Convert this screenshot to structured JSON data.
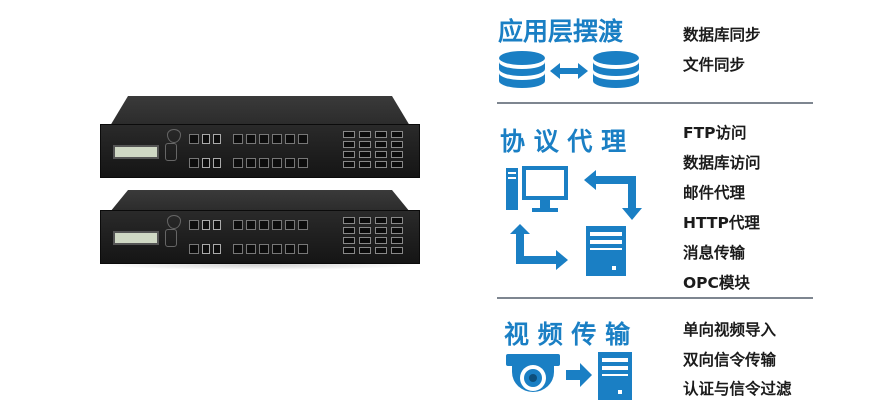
{
  "sections": [
    {
      "title": "应用层摆渡",
      "items": [
        "数据库同步",
        "文件同步"
      ]
    },
    {
      "title": "协 议 代 理",
      "items": [
        "FTP访问",
        "数据库访问",
        "邮件代理",
        "HTTP代理",
        "消息传输",
        "OPC模块"
      ]
    },
    {
      "title": "视 频 传 输",
      "items": [
        "单向视频导入",
        "双向信令传输",
        "认证与信令过滤"
      ]
    }
  ],
  "icons": {
    "section1": [
      "database-icon",
      "double-arrow-icon",
      "database-icon"
    ],
    "section2": [
      "computer-icon",
      "arrow-icon",
      "server-icon"
    ],
    "section3": [
      "camera-icon",
      "arrow-right-icon",
      "server-icon"
    ]
  },
  "colors": {
    "accent": "#1a7fc4",
    "text": "#1b1b1b",
    "divider": "#7e8690"
  }
}
